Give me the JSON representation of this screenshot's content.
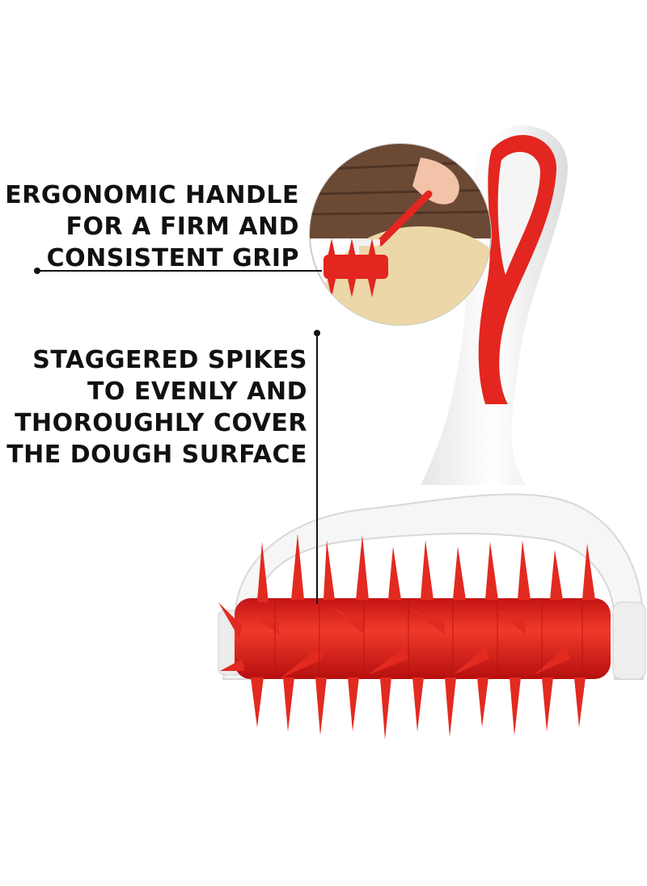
{
  "callouts": {
    "handle": {
      "line1": "ERGONOMIC HANDLE",
      "line2": "FOR A FIRM AND",
      "line3": "CONSISTENT GRIP"
    },
    "spikes": {
      "line1": "STAGGERED SPIKES",
      "line2": "TO EVENLY AND",
      "line3": "THOROUGHLY COVER",
      "line4": "THE DOUGH SURFACE"
    }
  },
  "colors": {
    "accent_red": "#e02020",
    "handle_white": "#f4f4f4",
    "text": "#111111"
  }
}
